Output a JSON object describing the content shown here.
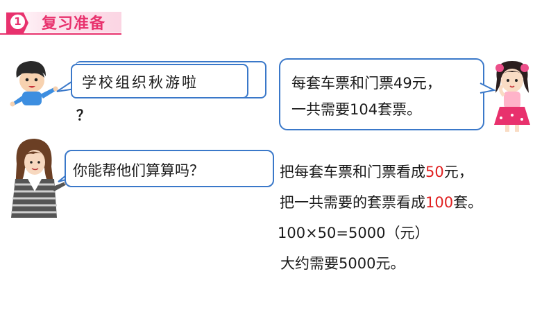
{
  "header": {
    "number": "1",
    "title": "复习准备"
  },
  "bubbles": {
    "boy": "学校组织秋游啦",
    "boy_mark": "？",
    "girl_line1": "每套车票和门票49元，",
    "girl_line2": "一共需要104套票。",
    "teacher": "你能帮他们算算吗？"
  },
  "calc": {
    "line1_pre": "把每套车票和门票看成",
    "line1_num": "50",
    "line1_post": "元，",
    "line2_pre": "把一共需要的套票看成",
    "line2_num": "100",
    "line2_post": "套。",
    "line3": "100×50=5000（元）",
    "line4": "大约需要5000元。"
  },
  "colors": {
    "accent": "#e8316d",
    "bubble_border": "#3a78c9",
    "highlight": "#e02020"
  },
  "icons": [
    "boy-illustration",
    "girl-illustration",
    "teacher-illustration"
  ]
}
